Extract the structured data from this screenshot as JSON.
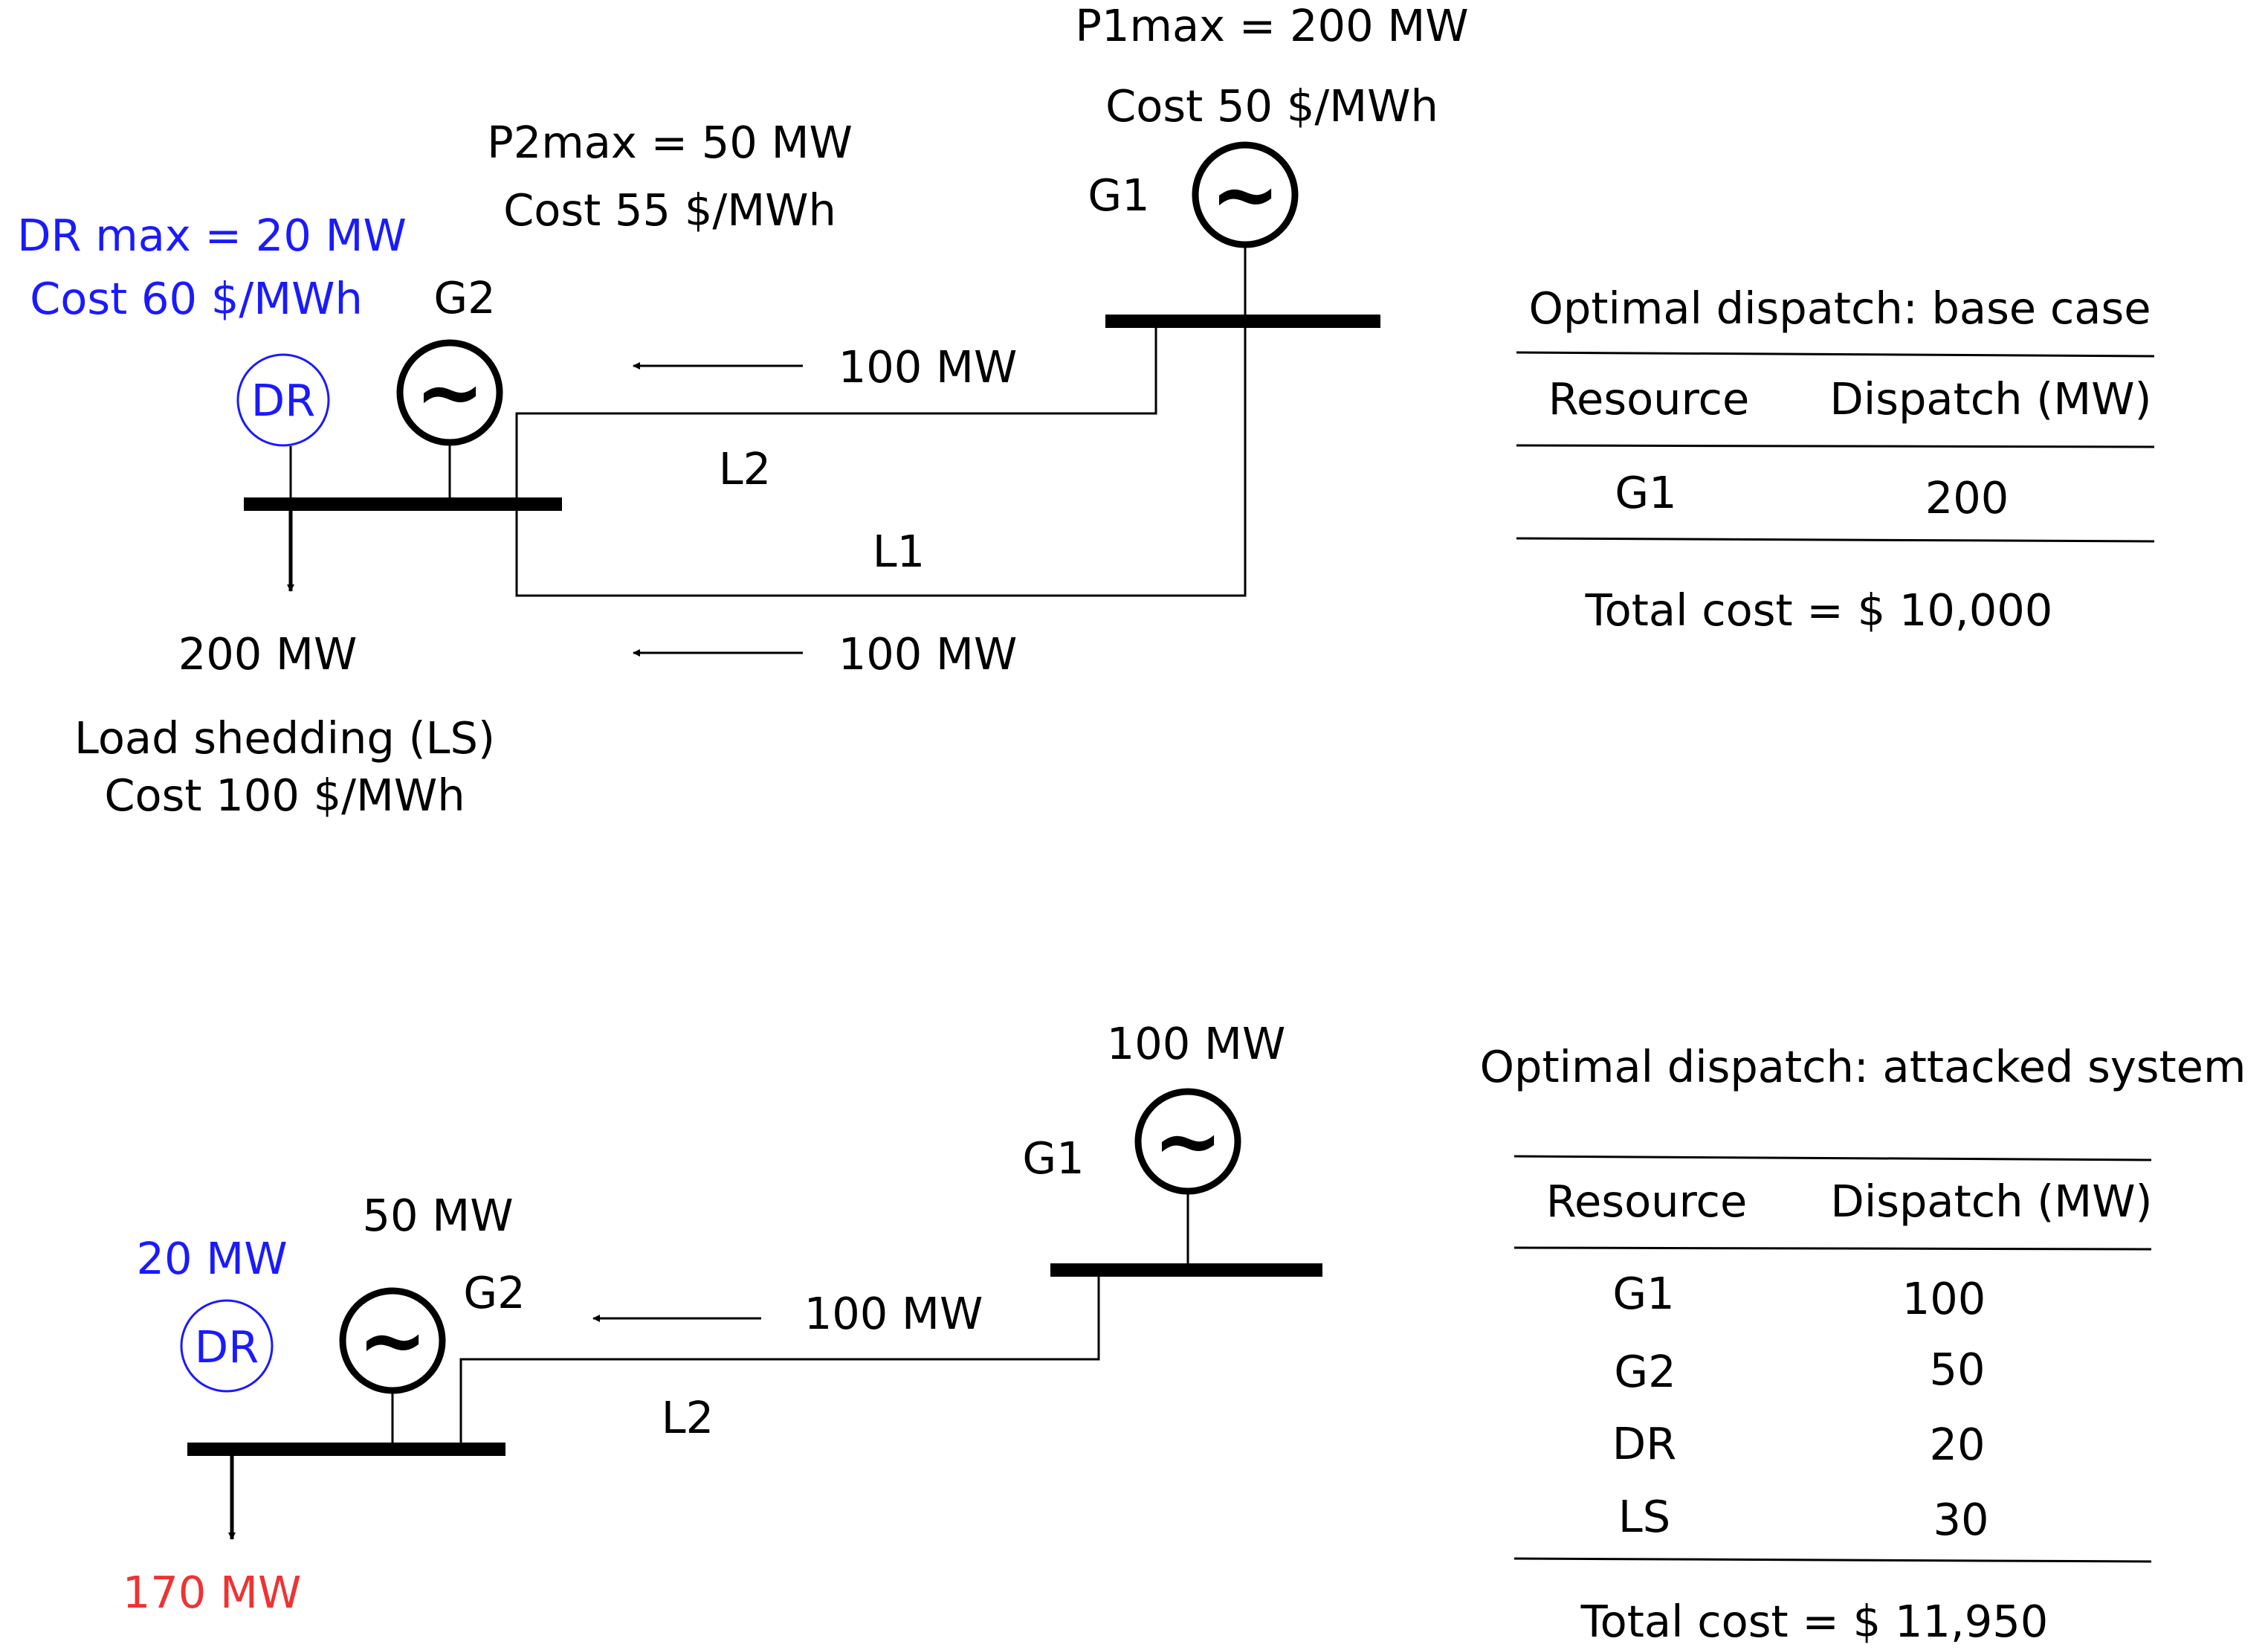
{
  "colors": {
    "text": "#000000",
    "dr": "#1a1aff",
    "attacked_load": "#ee3333"
  },
  "base_case": {
    "g1": {
      "name": "G1",
      "pmax": "P1max = 200 MW",
      "cost": "Cost 50 $/MWh",
      "symbol": "~"
    },
    "g2": {
      "name": "G2",
      "pmax": "P2max = 50 MW",
      "cost": "Cost 55 $/MWh",
      "symbol": "~"
    },
    "dr": {
      "name": "DR",
      "max": "DR max = 20 MW",
      "cost": "Cost 60 $/MWh"
    },
    "load": {
      "value": "200 MW",
      "ls_label": "Load shedding (LS)",
      "ls_cost": "Cost 100 $/MWh"
    },
    "l2": {
      "name": "L2",
      "flow": "100 MW"
    },
    "l1": {
      "name": "L1",
      "flow": "100 MW"
    },
    "table": {
      "title": "Optimal dispatch: base case",
      "headers": [
        "Resource",
        "Dispatch (MW)"
      ],
      "rows": [
        {
          "resource": "G1",
          "dispatch": "200"
        }
      ],
      "total": "Total cost = $ 10,000"
    }
  },
  "attacked": {
    "g1": {
      "name": "G1",
      "output": "100 MW",
      "symbol": "~"
    },
    "g2": {
      "name": "G2",
      "output": "50 MW",
      "symbol": "~"
    },
    "dr": {
      "name": "DR",
      "output": "20 MW"
    },
    "load": {
      "value": "170 MW"
    },
    "l2": {
      "name": "L2",
      "flow": "100 MW"
    },
    "table": {
      "title": "Optimal dispatch: attacked system",
      "headers": [
        "Resource",
        "Dispatch (MW)"
      ],
      "rows": [
        {
          "resource": "G1",
          "dispatch": "100"
        },
        {
          "resource": "G2",
          "dispatch": "50"
        },
        {
          "resource": "DR",
          "dispatch": "20"
        },
        {
          "resource": "LS",
          "dispatch": "30"
        }
      ],
      "total": "Total cost = $ 11,950"
    }
  }
}
